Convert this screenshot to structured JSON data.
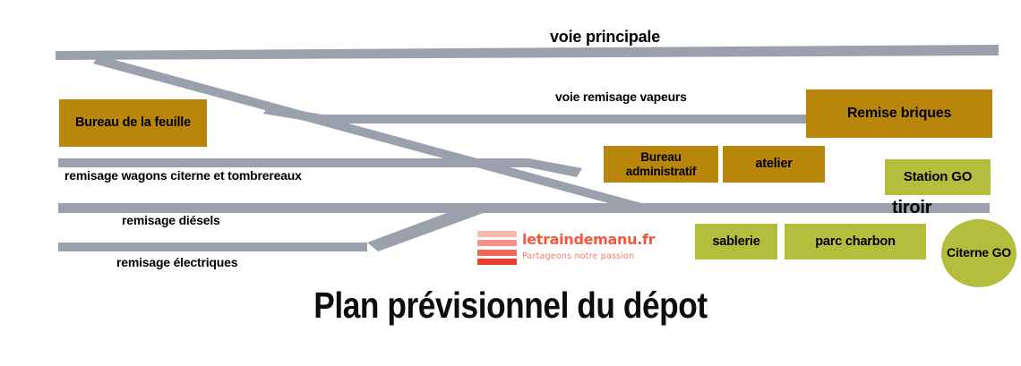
{
  "page": {
    "title": "Plan prévisionnel du dépot",
    "background": "#ffffff"
  },
  "colors": {
    "track": "#9AA0AC",
    "building_gold": "#B8860B",
    "building_olive": "#B5BD3C",
    "text": "#000000",
    "logo_red": "#F4573E"
  },
  "track_labels": [
    {
      "name": "voie-principale",
      "text": "voie principale"
    },
    {
      "name": "voie-remisage-vapeurs",
      "text": "voie remisage vapeurs"
    },
    {
      "name": "remisage-wagons-citerne",
      "text": "remisage wagons citerne et tombrereaux"
    },
    {
      "name": "remisage-diesels",
      "text": "remisage diésels"
    },
    {
      "name": "remisage-electriques",
      "text": "remisage électriques"
    },
    {
      "name": "tiroir",
      "text": "tiroir"
    }
  ],
  "buildings": [
    {
      "name": "bureau-de-la-feuille",
      "label": "Bureau de la feuille",
      "color": "gold",
      "shape": "rect"
    },
    {
      "name": "remise-briques",
      "label": "Remise briques",
      "color": "gold",
      "shape": "rect"
    },
    {
      "name": "bureau-administratif",
      "label": "Bureau administratif",
      "color": "gold",
      "shape": "rect"
    },
    {
      "name": "atelier",
      "label": "atelier",
      "color": "gold",
      "shape": "rect"
    },
    {
      "name": "station-go",
      "label": "Station GO",
      "color": "olive",
      "shape": "rect"
    },
    {
      "name": "sablerie",
      "label": "sablerie",
      "color": "olive",
      "shape": "rect"
    },
    {
      "name": "parc-charbon",
      "label": "parc charbon",
      "color": "olive",
      "shape": "rect"
    },
    {
      "name": "citerne-go",
      "label": "Citerne GO",
      "color": "olive",
      "shape": "circle"
    }
  ],
  "logo": {
    "wordmark": "letraindemanu.fr",
    "tagline": "Partageons notre passion",
    "bar_colors": [
      "#F9B9B1",
      "#F79287",
      "#F4685A",
      "#EE3B2B"
    ]
  }
}
